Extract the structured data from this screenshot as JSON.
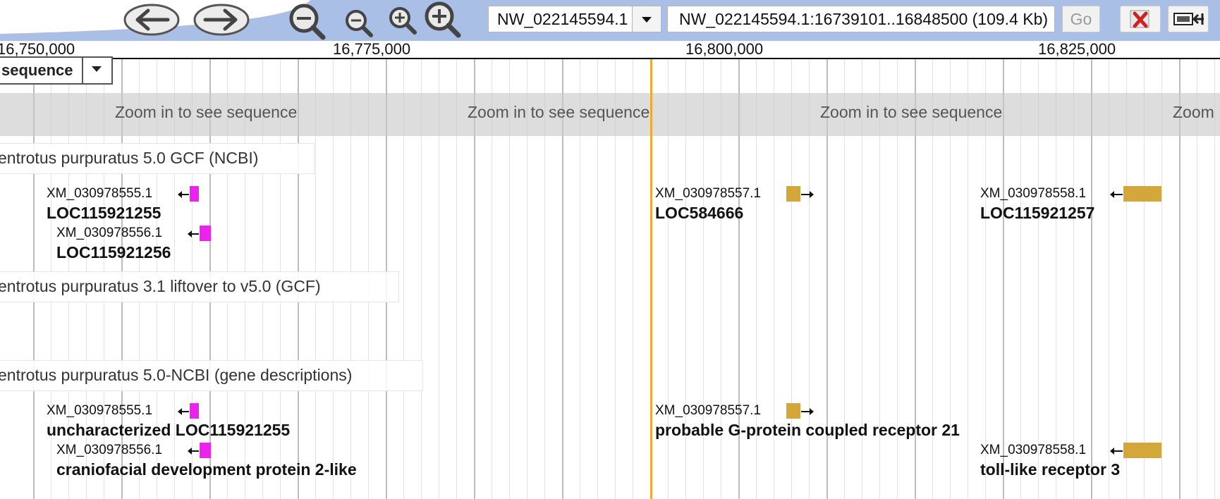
{
  "toolbar": {
    "nav_back_icon": "arrow-left-icon",
    "nav_forward_icon": "arrow-right-icon",
    "zoom_out_more_icon": "zoom-out-large-icon",
    "zoom_out_icon": "zoom-out-icon",
    "zoom_in_icon": "zoom-in-icon",
    "zoom_in_more_icon": "zoom-in-large-icon",
    "reference_sequence": "NW_022145594.1",
    "location": "NW_022145594.1:16739101..16848500 (109.4 Kb)",
    "go_label": "Go",
    "close_icon": "close-x-icon",
    "collapse_icon": "collapse-panel-icon"
  },
  "ruler": {
    "ticks": [
      "16,750,000",
      "16,775,000",
      "16,800,000",
      "16,825,000"
    ]
  },
  "sequence_track": {
    "label": "sequence",
    "messages": [
      "Zoom in to see sequence",
      "Zoom in to see sequence",
      "Zoom in to see sequence",
      "Zoom"
    ]
  },
  "tracks": [
    {
      "label": "entrotus purpuratus 5.0 GCF (NCBI)",
      "features": [
        {
          "id": "XM_030978555.1",
          "name": "LOC115921255",
          "color": "#ee22ee",
          "strand": "minus"
        },
        {
          "id": "XM_030978556.1",
          "name": "LOC115921256",
          "color": "#ee22ee",
          "strand": "minus"
        },
        {
          "id": "XM_030978557.1",
          "name": "LOC584666",
          "color": "#d4a73a",
          "strand": "plus"
        },
        {
          "id": "XM_030978558.1",
          "name": "LOC115921257",
          "color": "#d4a73a",
          "strand": "minus"
        }
      ]
    },
    {
      "label": "entrotus purpuratus 3.1 liftover to v5.0 (GCF)",
      "features": []
    },
    {
      "label": "entrotus purpuratus 5.0-NCBI (gene descriptions)",
      "features": [
        {
          "id": "XM_030978555.1",
          "name": "uncharacterized LOC115921255",
          "color": "#ee22ee",
          "strand": "minus"
        },
        {
          "id": "XM_030978556.1",
          "name": "craniofacial development protein 2-like",
          "color": "#ee22ee",
          "strand": "minus"
        },
        {
          "id": "XM_030978557.1",
          "name": "probable G-protein coupled receptor 21",
          "color": "#d4a73a",
          "strand": "plus"
        },
        {
          "id": "XM_030978558.1",
          "name": "toll-like receptor 3",
          "color": "#d4a73a",
          "strand": "minus"
        }
      ]
    }
  ],
  "colors": {
    "highlight": "#f0a830",
    "overview_band": "#a9bfe6",
    "minus_feature": "#ee22ee",
    "plus_feature": "#d4a73a"
  }
}
